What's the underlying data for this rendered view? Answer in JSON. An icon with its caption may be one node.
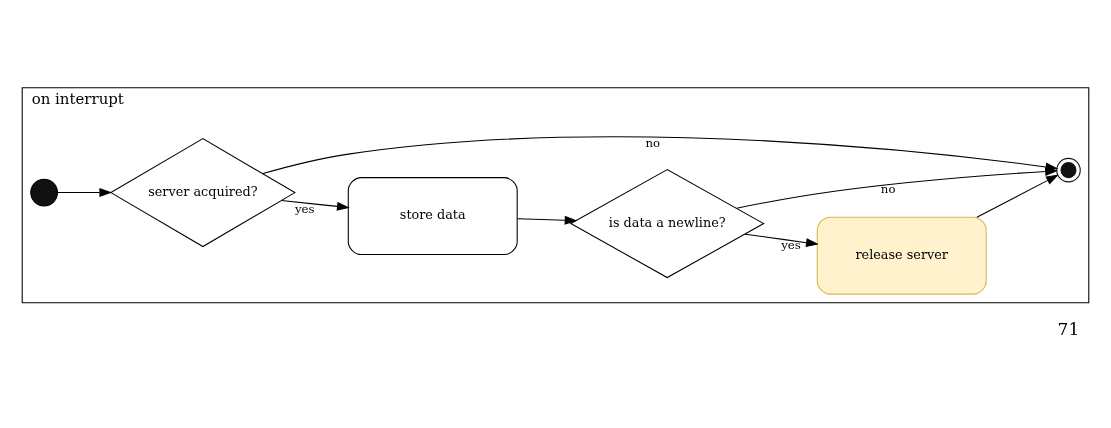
{
  "diagram": {
    "nodes": [
      {
        "text": [
          "on interrupt"
        ]
      },
      {
        "text": [],
        "shape": "circle",
        "in": 0
      },
      {
        "text": [
          "server acquired?"
        ],
        "in": 0
      },
      {
        "text": [],
        "shape": "bullseye",
        "in": 0
      },
      {
        "text": [
          "store data"
        ],
        "in": 0
      },
      {
        "text": [
          "is data a newline?"
        ],
        "in": 0
      },
      {
        "text": [
          "release server"
        ],
        "in": 0
      }
    ],
    "edges": [
      {
        "from": 1,
        "to": 2,
        "arrow": "to"
      },
      {
        "from": 2,
        "to": 3,
        "arrow": "to",
        "label": "no"
      },
      {
        "from": 2,
        "to": 4,
        "arrow": "to",
        "label": "yes"
      },
      {
        "from": 4,
        "to": 5,
        "arrow": "to"
      },
      {
        "from": 5,
        "to": 3,
        "arrow": "to",
        "label": "no"
      },
      {
        "from": 5,
        "to": 6,
        "arrow": "to",
        "label": "yes"
      },
      {
        "from": 6,
        "to": 3,
        "arrow": "to"
      }
    ],
    "labels": [
      "71"
    ]
  }
}
